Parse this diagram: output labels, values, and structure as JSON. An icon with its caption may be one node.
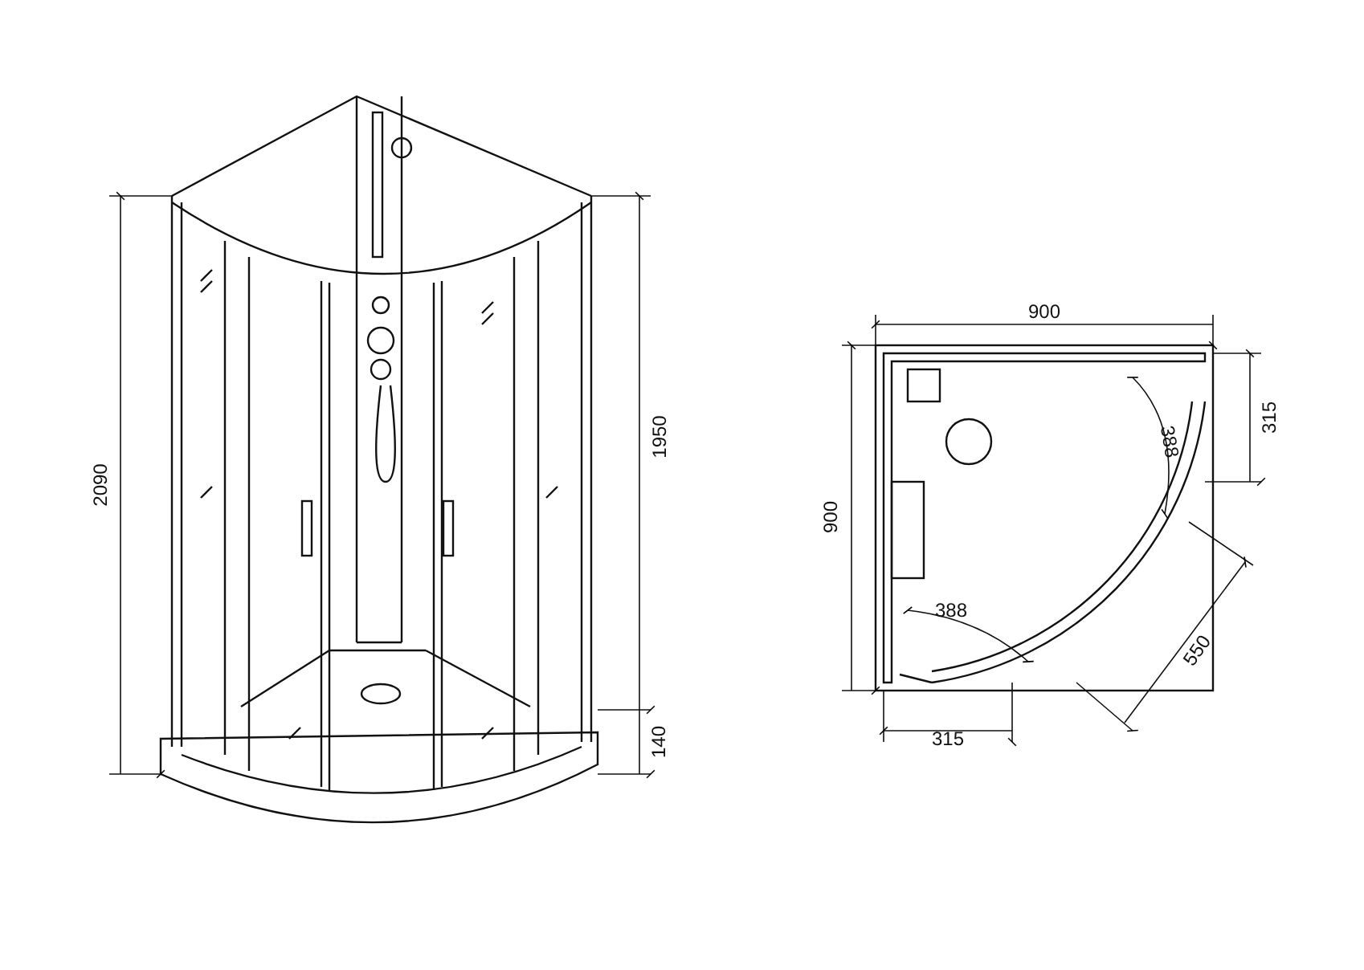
{
  "diagram": {
    "labels": [
      "2090",
      "1950",
      "140",
      "900",
      "315",
      "388",
      "900",
      "388",
      "550",
      "315"
    ]
  }
}
